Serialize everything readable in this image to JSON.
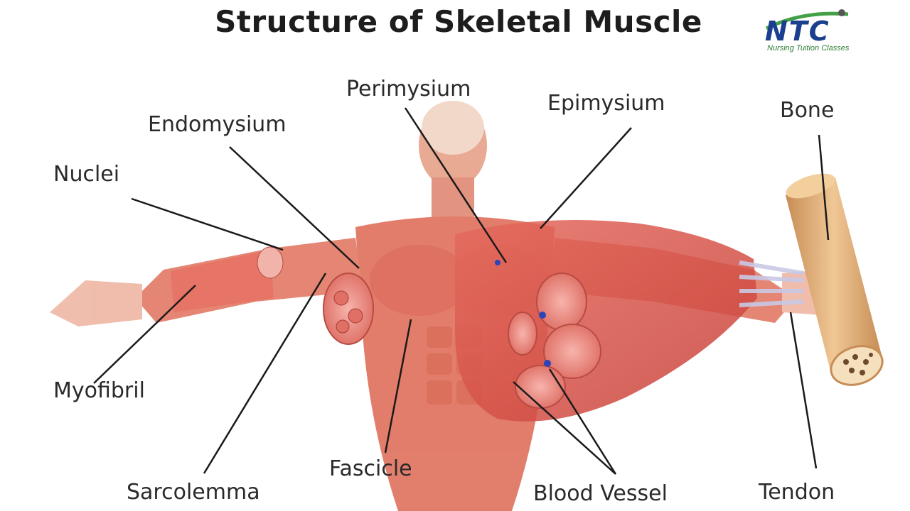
{
  "title": "Structure of Skeletal Muscle",
  "logo": {
    "name": "NTC",
    "subtitle": "Nursing Tuition Classes"
  },
  "labels": {
    "perimysium": "Perimysium",
    "epimysium": "Epimysium",
    "endomysium": "Endomysium",
    "bone": "Bone",
    "nuclei": "Nuclei",
    "myofibril": "Myofibril",
    "sarcolemma": "Sarcolemma",
    "fascicle": "Fascicle",
    "blood_vessel": "Blood Vessel",
    "tendon": "Tendon"
  },
  "colors": {
    "muscle": "#d9534a",
    "skin": "#e8a38c",
    "bone": "#d9a46b",
    "tendon": "#c9c9e6",
    "logo_blue": "#1a3f8f",
    "logo_green": "#2e7d32"
  }
}
